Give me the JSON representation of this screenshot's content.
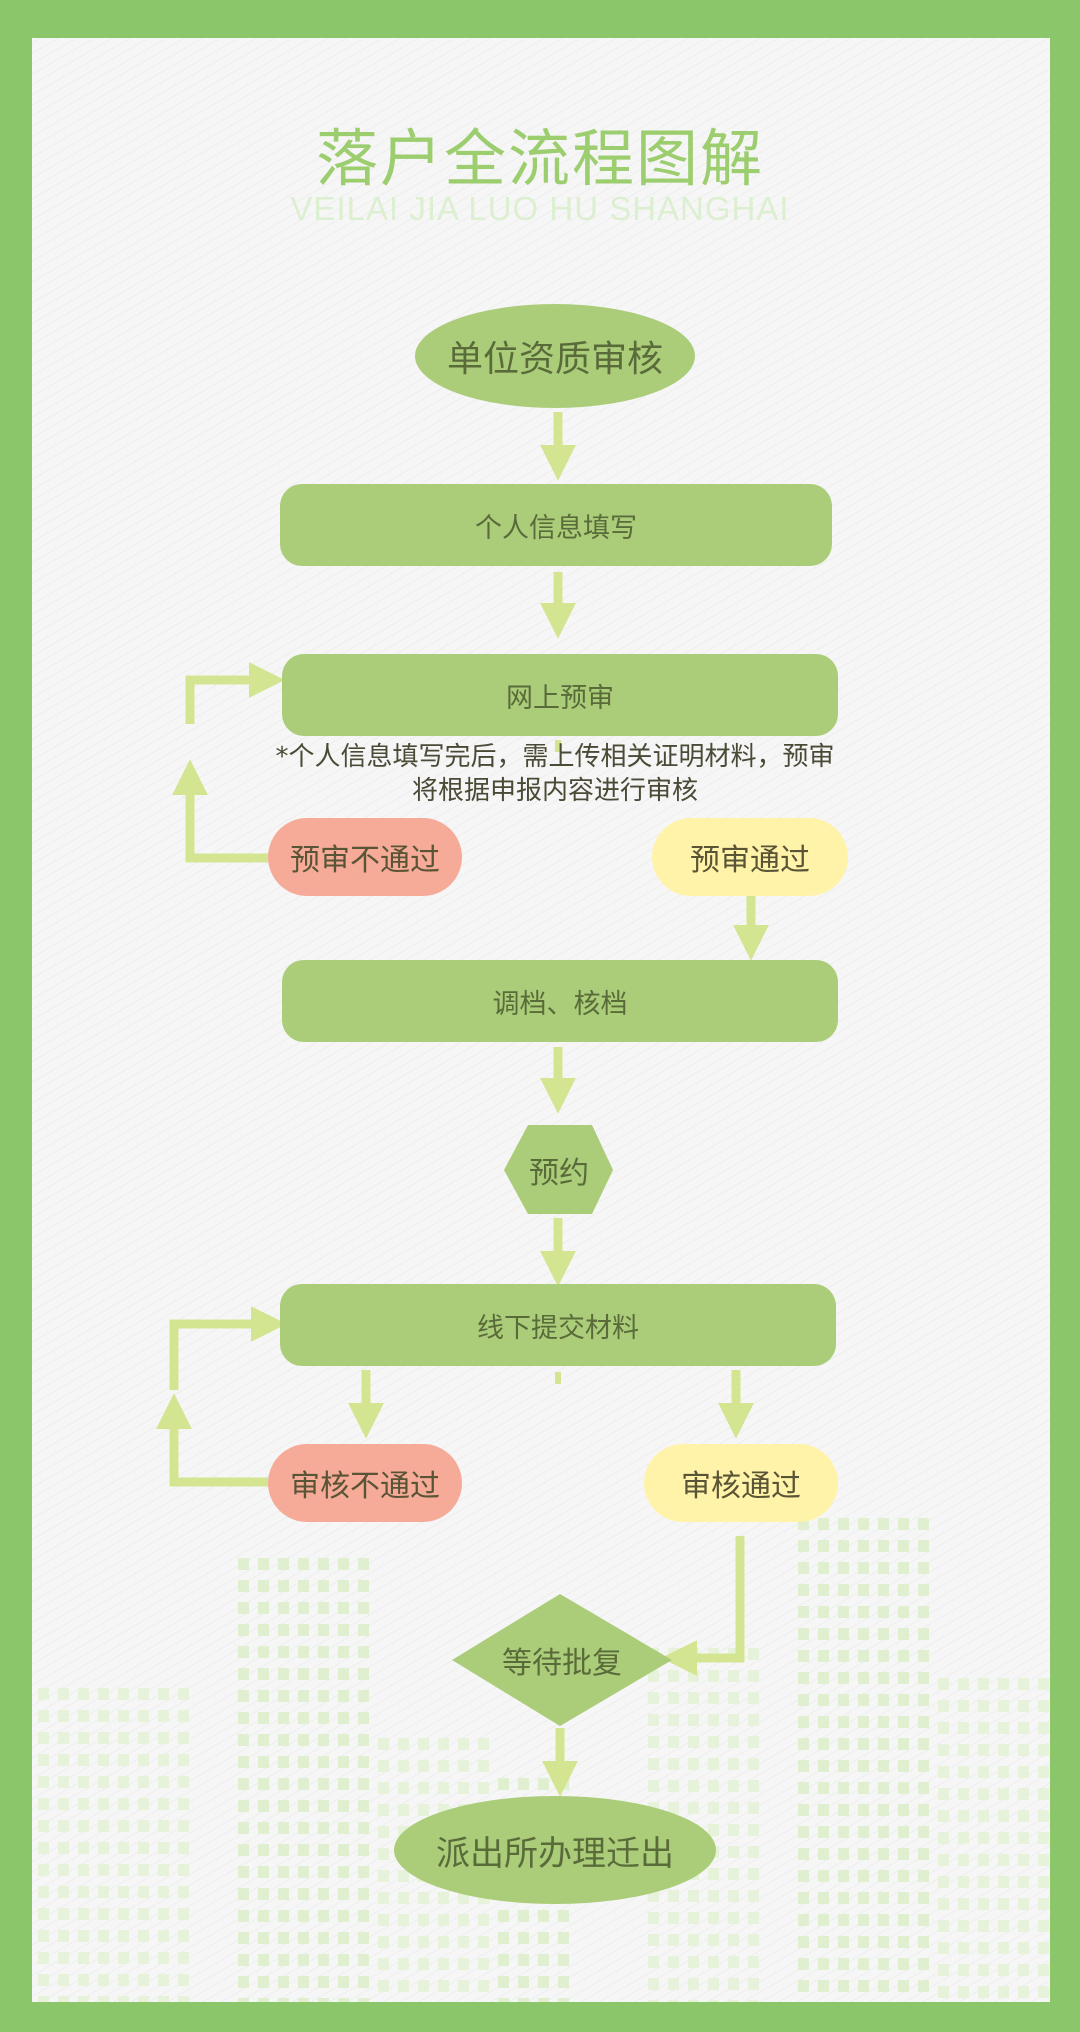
{
  "header": {
    "title": "落户全流程图解",
    "subtitle": "VEILAI JIA LUO HU SHANGHAI"
  },
  "steps": {
    "unit_review": "单位资质审核",
    "personal_info": "个人信息填写",
    "online_pre_review": "网上预审",
    "pre_review_note": "*个人信息填写完后，需上传相关证明材料，预审将根据申报内容进行审核",
    "pre_review_fail": "预审不通过",
    "pre_review_pass": "预审通过",
    "file_transfer": "调档、核档",
    "appointment": "预约",
    "offline_submit": "线下提交材料",
    "audit_fail": "审核不通过",
    "audit_pass": "审核通过",
    "await_approval": "等待批复",
    "police_transfer": "派出所办理迁出"
  },
  "colors": {
    "border": "#8cc66b",
    "node": "#abcd7a",
    "arrow": "#d4e591",
    "fail": "#f6ab99",
    "pass": "#fff3a9"
  }
}
